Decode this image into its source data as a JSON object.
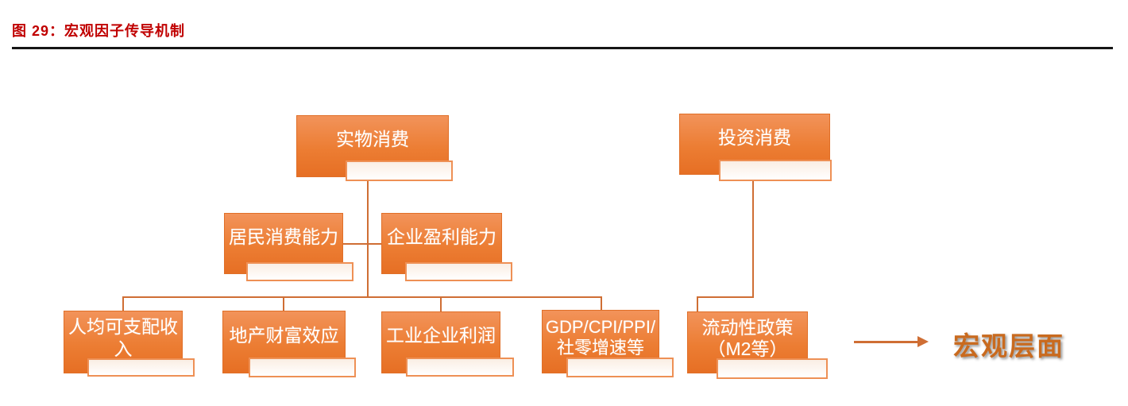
{
  "page": {
    "title": "图 29：宏观因子传导机制"
  },
  "diagram": {
    "nodes": [
      {
        "name": "physical-consumption",
        "label": "实物消费"
      },
      {
        "name": "investment-consumption",
        "label": "投资消费"
      },
      {
        "name": "resident-consumption-capacity",
        "label": "居民消费能力"
      },
      {
        "name": "enterprise-profitability",
        "label": "企业盈利能力"
      },
      {
        "name": "per-capita-disposable-income",
        "label": "人均可支配收\n入"
      },
      {
        "name": "real-estate-wealth-effect",
        "label": "地产财富效应"
      },
      {
        "name": "industrial-enterprise-profit",
        "label": "工业企业利润"
      },
      {
        "name": "gdp-cpi-ppi-retail-growth",
        "label": "GDP/CPI/PPI/\n社零增速等"
      },
      {
        "name": "liquidity-policy-m2",
        "label": "流动性政策\n（M2等）"
      }
    ],
    "result_label": "宏观层面",
    "colors": {
      "title_red": "#C00000",
      "node_orange_top": "#F2935A",
      "node_orange_bottom": "#E66F24",
      "subbox_fill": "#FAEEE4",
      "subbox_border": "#EE9055",
      "connector": "#CF6E34",
      "result_text": "#C96A1E"
    }
  }
}
